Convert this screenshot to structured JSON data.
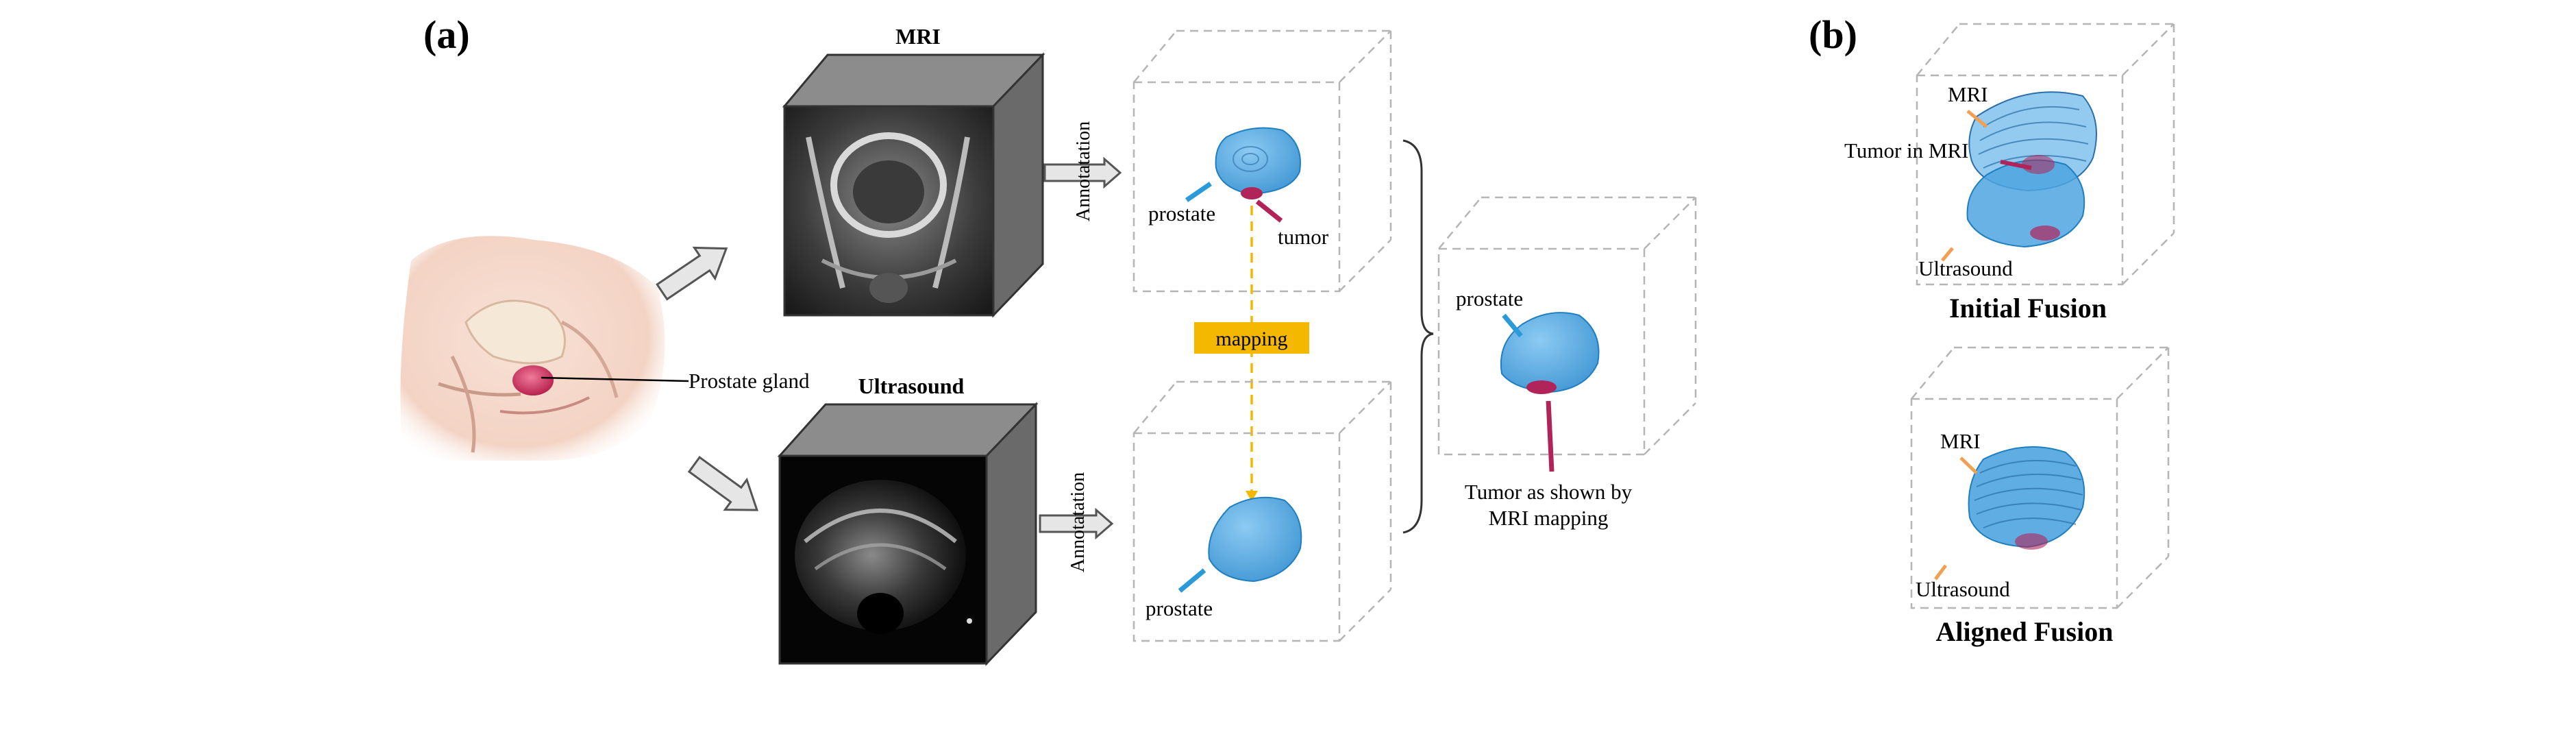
{
  "panels": {
    "a_label": "(a)",
    "b_label": "(b)"
  },
  "anatomy": {
    "gland_label": "Prostate gland"
  },
  "modalities": {
    "mri_title": "MRI",
    "us_title": "Ultrasound"
  },
  "annotation": {
    "arrow_label": "Annotatation",
    "prostate_label": "prostate",
    "tumor_label": "tumor",
    "mapping_label": "mapping"
  },
  "result": {
    "prostate_label": "prostate",
    "tumor_caption_line1": "Tumor as shown by",
    "tumor_caption_line2": "MRI mapping"
  },
  "fusion": {
    "initial": {
      "mri_label": "MRI",
      "tumor_label": "Tumor in MRI",
      "us_label": "Ultrasound",
      "title": "Initial Fusion"
    },
    "aligned": {
      "mri_label": "MRI",
      "us_label": "Ultrasound",
      "title": "Aligned Fusion"
    }
  },
  "colors": {
    "prostate_fill": "#5aaee6",
    "prostate_line": "#1f7fbf",
    "tumor": "#b0245a",
    "mapping_box": "#f5b800",
    "mri_leader": "#f0a050",
    "cube_dash": "#b5b5b5",
    "cube_side": "#707070"
  }
}
